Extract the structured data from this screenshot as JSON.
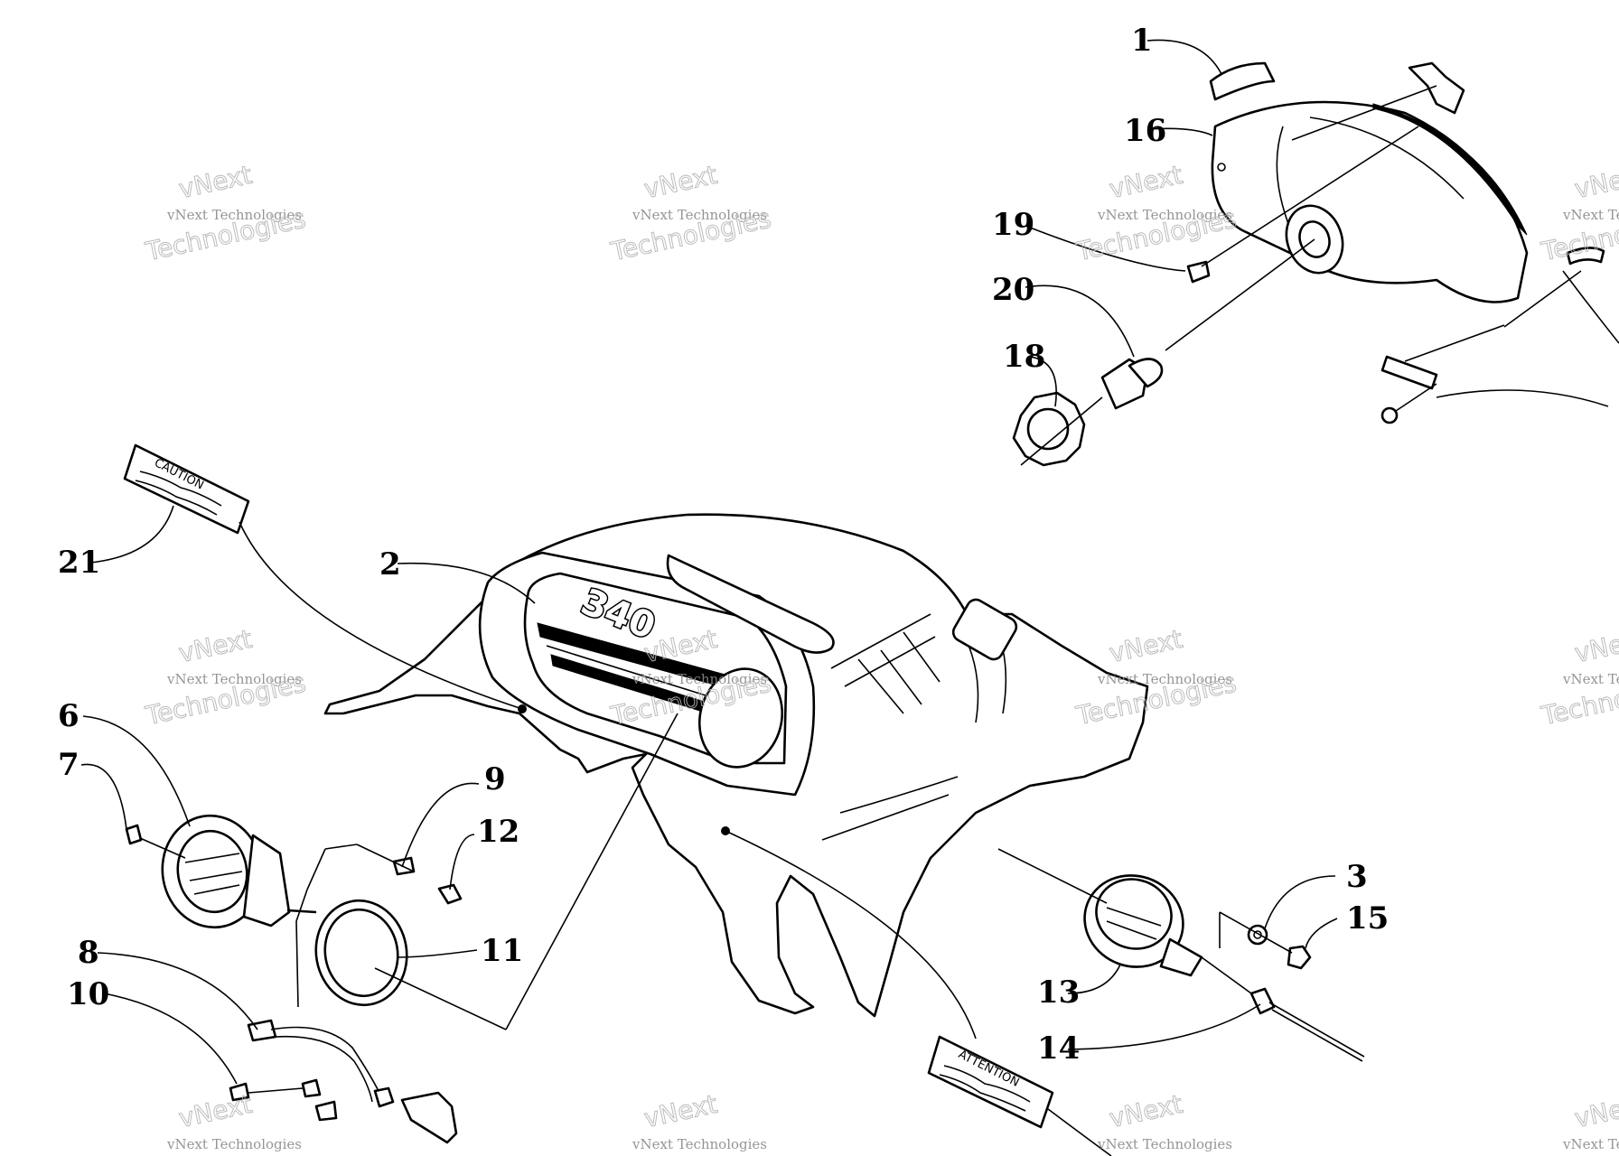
{
  "diagram": {
    "callouts": [
      {
        "id": "c1",
        "label": "1"
      },
      {
        "id": "c2",
        "label": "2"
      },
      {
        "id": "c3",
        "label": "3"
      },
      {
        "id": "c6",
        "label": "6"
      },
      {
        "id": "c7",
        "label": "7"
      },
      {
        "id": "c8",
        "label": "8"
      },
      {
        "id": "c9",
        "label": "9"
      },
      {
        "id": "c10",
        "label": "10"
      },
      {
        "id": "c11",
        "label": "11"
      },
      {
        "id": "c12",
        "label": "12"
      },
      {
        "id": "c13",
        "label": "13"
      },
      {
        "id": "c14",
        "label": "14"
      },
      {
        "id": "c15",
        "label": "15"
      },
      {
        "id": "c16",
        "label": "16"
      },
      {
        "id": "c18",
        "label": "18"
      },
      {
        "id": "c19",
        "label": "19"
      },
      {
        "id": "c20",
        "label": "20"
      },
      {
        "id": "c21",
        "label": "21"
      }
    ],
    "decals": {
      "caution": "CAUTION",
      "attention": "ATTENTION",
      "badge": "340"
    },
    "watermark": {
      "line1": "vNext",
      "line2": "vNext Technologies",
      "line3": "Technologies"
    }
  }
}
